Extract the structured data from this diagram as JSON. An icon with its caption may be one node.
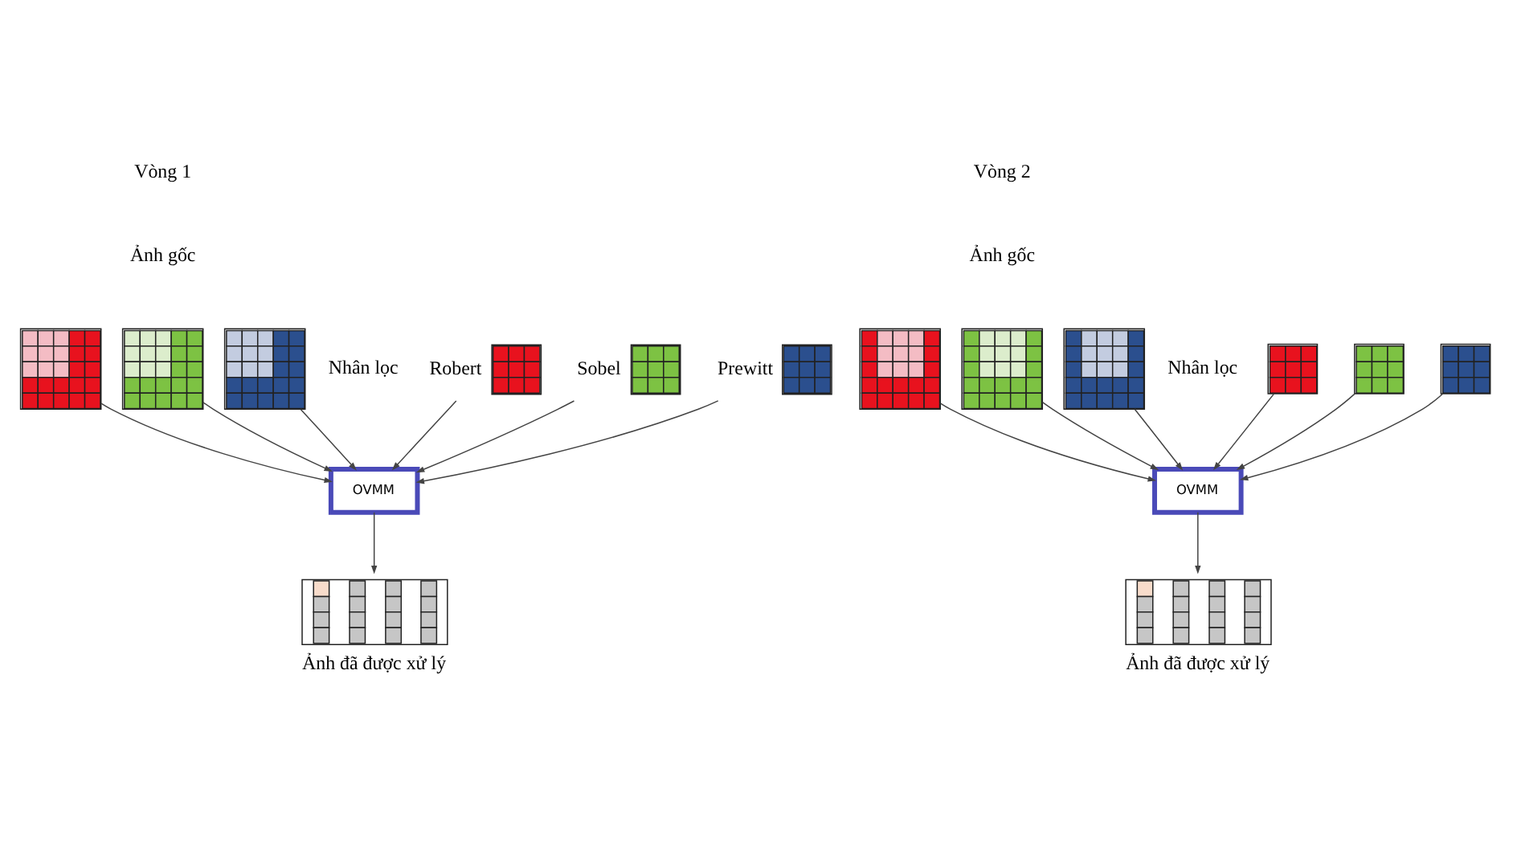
{
  "diagram": {
    "nodes": [
      {
        "text": [],
        "shape": "box"
      },
      {
        "text": [],
        "shape": "box"
      },
      {
        "text": [],
        "shape": "box"
      },
      {
        "text": [],
        "shape": "box",
        "beside": [
          "Robert"
        ]
      },
      {
        "text": [],
        "shape": "box",
        "beside": [
          "Sobel"
        ]
      },
      {
        "text": [],
        "shape": "box",
        "beside": [
          "Prewitt"
        ]
      },
      {
        "text": [
          "OVMM"
        ]
      },
      {
        "text": [],
        "shape": "box",
        "beside": [
          "Ảnh đã được xử lý"
        ]
      },
      {
        "text": [],
        "shape": "box"
      },
      {
        "text": [],
        "shape": "box"
      },
      {
        "text": [],
        "shape": "box"
      },
      {
        "text": [],
        "shape": "box"
      },
      {
        "text": [],
        "shape": "box"
      },
      {
        "text": [],
        "shape": "box"
      },
      {
        "text": [
          "OVMM"
        ]
      },
      {
        "text": [],
        "shape": "box",
        "beside": [
          "Ảnh đã được xử lý"
        ]
      }
    ],
    "edges": [
      {
        "from": 0,
        "to": 6,
        "arrow": "to"
      },
      {
        "from": 1,
        "to": 6,
        "arrow": "to"
      },
      {
        "from": 2,
        "to": 6,
        "arrow": "to"
      },
      {
        "from": 3,
        "to": 6,
        "arrow": "to"
      },
      {
        "from": 4,
        "to": 6,
        "arrow": "to"
      },
      {
        "from": 5,
        "to": 6,
        "arrow": "to"
      },
      {
        "from": 6,
        "to": 7,
        "arrow": "to"
      },
      {
        "from": 8,
        "to": 14,
        "arrow": "to"
      },
      {
        "from": 9,
        "to": 14,
        "arrow": "to"
      },
      {
        "from": 10,
        "to": 14,
        "arrow": "to"
      },
      {
        "from": 11,
        "to": 14,
        "arrow": "to"
      },
      {
        "from": 12,
        "to": 14,
        "arrow": "to"
      },
      {
        "from": 13,
        "to": 14,
        "arrow": "to"
      },
      {
        "from": 14,
        "to": 15,
        "arrow": "to"
      }
    ],
    "labels": [
      "Vòng 1",
      "Ảnh gốc",
      "Nhân lọc",
      "Vòng 2",
      "Ảnh gốc",
      "Nhân lọc"
    ]
  }
}
